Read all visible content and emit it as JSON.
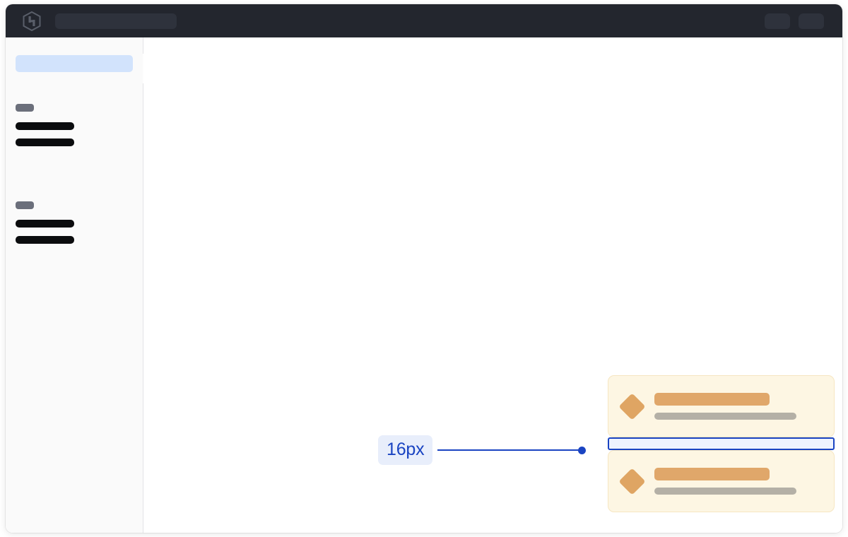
{
  "window": {
    "name": "design-inspector-window"
  },
  "header": {
    "logo_icon": "hashicorp-hexagon-logo-icon",
    "search_placeholder_skeleton": "",
    "right_items": [
      {
        "name": "header-pill-1"
      },
      {
        "name": "header-pill-2"
      }
    ]
  },
  "sidebar": {
    "collapse_tab": "sidebar-collapse-handle",
    "active_item": {
      "label": ""
    },
    "groups": [
      {
        "label": "",
        "items": [
          {
            "label": ""
          },
          {
            "label": ""
          }
        ]
      },
      {
        "label": "",
        "items": [
          {
            "label": ""
          },
          {
            "label": ""
          }
        ]
      }
    ]
  },
  "main": {
    "cards": [
      {
        "icon": "diamond-icon",
        "title": "",
        "subtitle": ""
      },
      {
        "icon": "diamond-icon",
        "title": "",
        "subtitle": ""
      }
    ],
    "gap_measurement": {
      "value": "16px",
      "highlight_color": "#1a44c2",
      "chip_background": "#e8eefb",
      "chip_text_color": "#1a44c2"
    }
  },
  "colors": {
    "header_background": "#23262e",
    "sidebar_background": "#fafafa",
    "canvas_background": "#ffffff",
    "card_background": "#fdf6e3",
    "card_border": "#f6e6c2",
    "card_accent": "#e0a76a",
    "card_muted": "#b4b0a6",
    "sidebar_active": "#d2e3fc",
    "measure_blue": "#1a44c2"
  }
}
